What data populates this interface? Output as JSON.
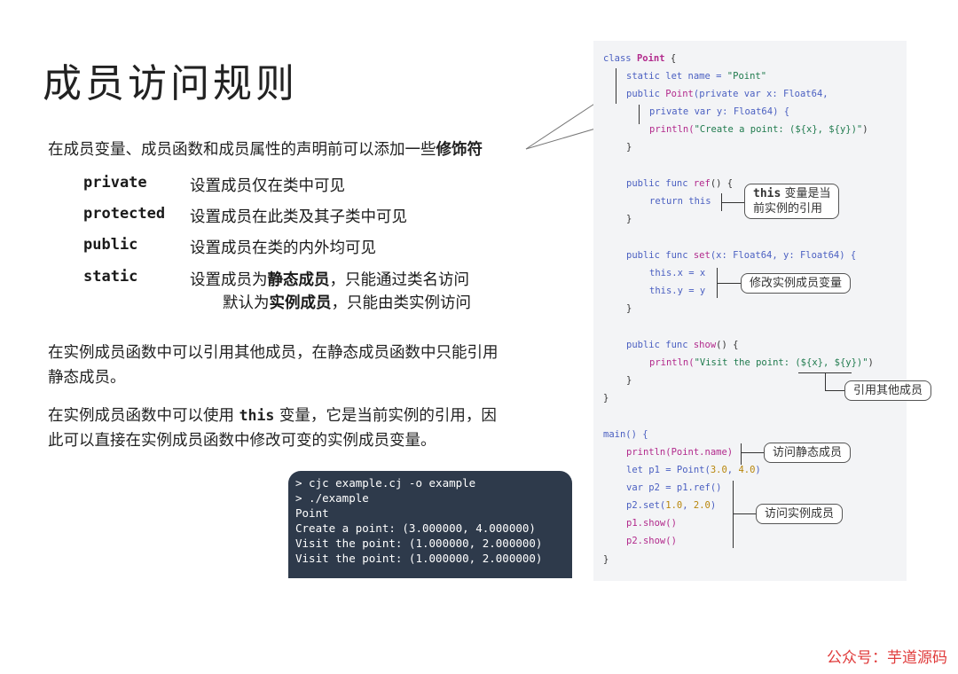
{
  "title": "成员访问规则",
  "intro": {
    "text": "在成员变量、成员函数和成员属性的声明前可以添加一些",
    "bold": "修饰符"
  },
  "modifiers": [
    {
      "key": "private",
      "desc": "设置成员仅在类中可见"
    },
    {
      "key": "protected",
      "desc": "设置成员在此类及其子类中可见"
    },
    {
      "key": "public",
      "desc": "设置成员在类的内外均可见"
    },
    {
      "key": "static",
      "desc_pre": "设置成员为",
      "desc_bold": "静态成员",
      "desc_post": "，只能通过类名访问",
      "desc2_pre": "默认为",
      "desc2_bold": "实例成员",
      "desc2_post": "，只能由类实例访问"
    }
  ],
  "para1": {
    "line1": "在实例成员函数中可以引用其他成员，在静态成员函数中只能引用",
    "line2": "静态成员。"
  },
  "para2": {
    "pre": "在实例成员函数中可以使用",
    "code": "this",
    "post1": "变量，它是当前实例的引用，因",
    "line2": "此可以直接在实例成员函数中修改可变的实例成员变量。"
  },
  "terminal": {
    "lines": [
      "> cjc example.cj -o example",
      "> ./example",
      "Point",
      "Create a point: (3.000000, 4.000000)",
      "Visit the point: (1.000000, 2.000000)",
      "Visit the point: (1.000000, 2.000000)"
    ]
  },
  "code": {
    "l01": [
      "class ",
      "Point",
      " {"
    ],
    "l02": [
      "static let name = ",
      "\"Point\""
    ],
    "l03": [
      "public ",
      "Point",
      "(private var x: Float64,"
    ],
    "l04": [
      "private var y: Float64) {"
    ],
    "l05": [
      "println(",
      "\"Create a point: (${x}, ${y})\"",
      ")"
    ],
    "l06": "}",
    "l07": [
      "public func ",
      "ref",
      "() {"
    ],
    "l08": "return this",
    "l09": "}",
    "l10": [
      "public func ",
      "set",
      "(x: Float64, y: Float64) {"
    ],
    "l11": "this.x = x",
    "l12": "this.y = y",
    "l13": "}",
    "l14": [
      "public func ",
      "show",
      "() {"
    ],
    "l15": [
      "println(",
      "\"Visit the point: (${x}, ${y})\"",
      ")"
    ],
    "l16": "}",
    "l17": "}",
    "l18": "main() {",
    "l19": "println(Point.name)",
    "l20": [
      "let p1 = Point(",
      "3.0",
      ", ",
      "4.0",
      ")"
    ],
    "l21": "var p2 = p1.ref()",
    "l22": [
      "p2.set(",
      "1.0",
      ", ",
      "2.0",
      ")"
    ],
    "l23": "p1.show()",
    "l24": "p2.show()",
    "l25": "}"
  },
  "callouts": {
    "this_ref_code": "this",
    "this_ref_rest": " 变量是当",
    "this_ref_line2": "前实例的引用",
    "modify": "修改实例成员变量",
    "ref_others": "引用其他成员",
    "access_static": "访问静态成员",
    "access_instance": "访问实例成员"
  },
  "watermark": "公众号：芋道源码"
}
